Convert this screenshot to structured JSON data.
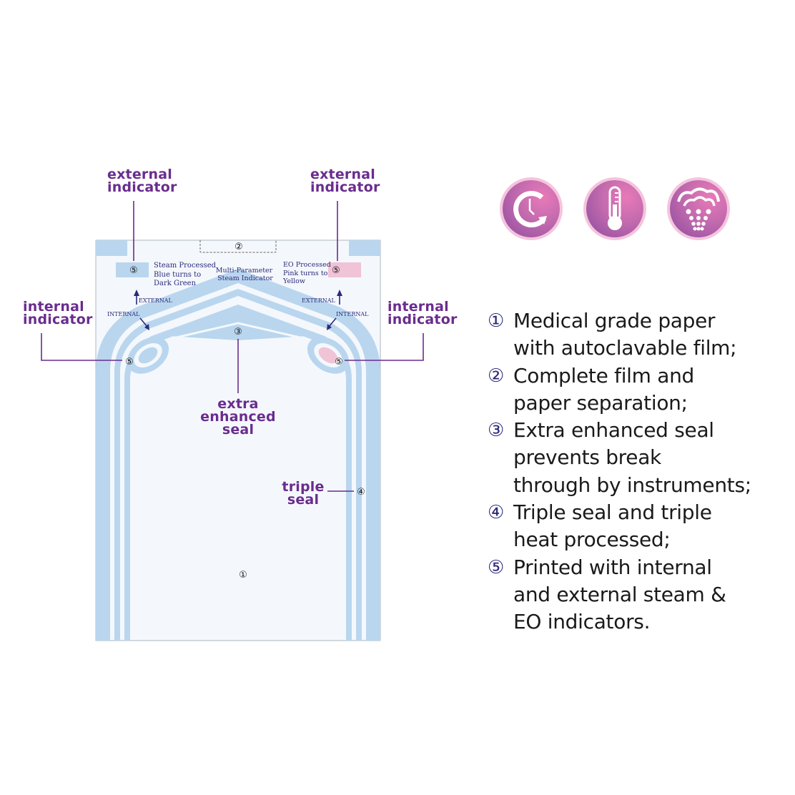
{
  "callouts": {
    "external_left": [
      "external",
      "indicator"
    ],
    "external_right": [
      "external",
      "indicator"
    ],
    "internal_left": [
      "internal",
      "indicator"
    ],
    "internal_right": [
      "internal",
      "indicator"
    ],
    "extra_enhanced_seal": [
      "extra",
      "enhanced",
      "seal"
    ],
    "triple_seal": [
      "triple",
      "seal"
    ]
  },
  "pouch": {
    "steam_indicator_text": [
      "Steam Processed",
      "Blue turns to",
      "Dark Green"
    ],
    "multi_param_text": [
      "Multi-Parameter",
      "Steam Indicator"
    ],
    "eo_indicator_text": [
      "EO Processed",
      "Pink turns to",
      "Yellow"
    ],
    "external_label": "EXTERNAL",
    "internal_label": "INTERNAL",
    "markers": {
      "paper": "①",
      "separation": "②",
      "enhanced_seal": "③",
      "triple_seal": "④",
      "indicator": "⑤"
    }
  },
  "icons": [
    {
      "name": "time-cycle-icon"
    },
    {
      "name": "thermometer-icon"
    },
    {
      "name": "steam-icon"
    }
  ],
  "features": [
    {
      "num": "①",
      "lines": [
        "Medical grade paper",
        "with autoclavable film;"
      ]
    },
    {
      "num": "②",
      "lines": [
        "Complete film and",
        "paper separation;"
      ]
    },
    {
      "num": "③",
      "lines": [
        "Extra enhanced seal",
        "prevents break",
        "through by instruments;"
      ]
    },
    {
      "num": "④",
      "lines": [
        "Triple seal and triple",
        "heat processed;"
      ]
    },
    {
      "num": "⑤",
      "lines": [
        "Printed with internal",
        "and external steam &",
        "EO indicators."
      ]
    }
  ],
  "colors": {
    "accent_purple": "#6a2c8e",
    "seal_blue": "#b9d6ee",
    "pouch_bg": "#f4f8fc",
    "indicator_blue": "#b9d6ee",
    "indicator_pink": "#f0c3d6",
    "marker_navy": "#2b2a7a"
  }
}
